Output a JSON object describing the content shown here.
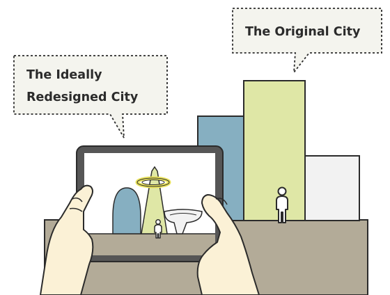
{
  "callouts": {
    "redesigned_line1": "The Ideally",
    "redesigned_line2": "Redesigned City",
    "original": "The Original City"
  },
  "colors": {
    "ground": "#b3ab98",
    "building_blue": "#86afc1",
    "building_lime": "#dfe7a6",
    "building_white": "#f2f2f2",
    "tablet_frame": "#565656",
    "halo": "#e9e25c",
    "hand_skin": "#fbf1d6",
    "bubble_fill": "#f4f4ee",
    "outline": "#2b2b2b"
  },
  "icons": [
    "person-icon",
    "tablet",
    "hand"
  ]
}
